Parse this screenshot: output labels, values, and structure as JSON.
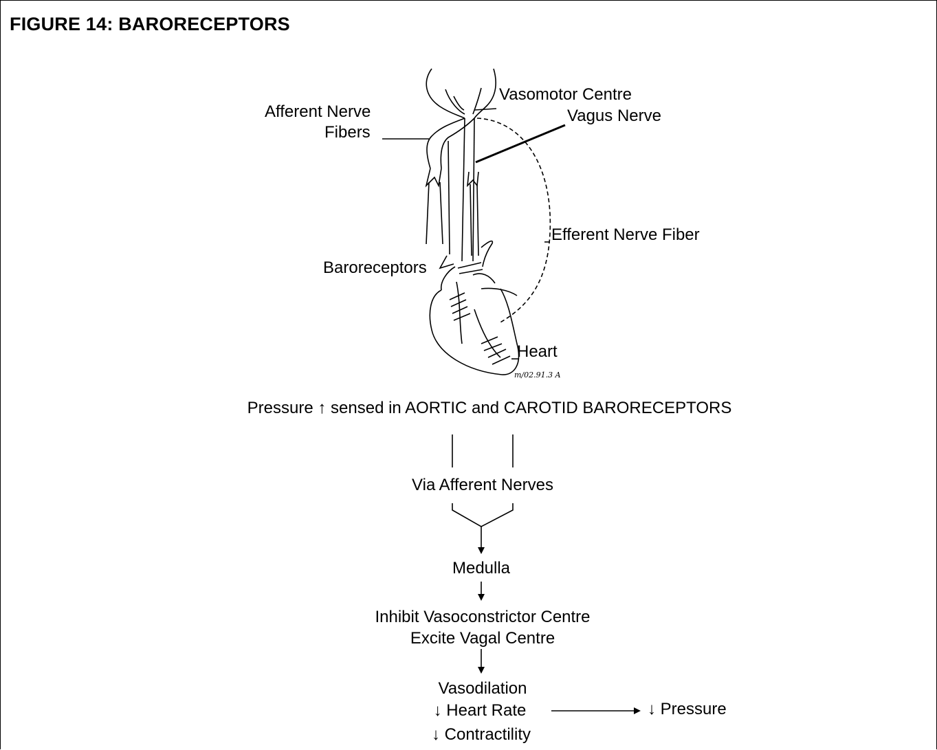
{
  "figure": {
    "title": "FIGURE 14: BARORECEPTORS"
  },
  "illustration": {
    "labels": {
      "vasomotor_centre": "Vasomotor Centre",
      "afferent_nerve_line1": "Afferent Nerve",
      "afferent_nerve_line2": "Fibers",
      "vagus_nerve": "Vagus Nerve",
      "efferent_nerve_fiber": "Efferent Nerve Fiber",
      "baroreceptors": "Baroreceptors",
      "heart": "Heart",
      "artist_signature": "m/02.91.3 A"
    }
  },
  "flow": {
    "pressure_sensed": "Pressure ↑ sensed in AORTIC and CAROTID BARORECEPTORS",
    "via_afferent": "Via Afferent Nerves",
    "medulla": "Medulla",
    "inhibit_vasoconstrictor": "Inhibit Vasoconstrictor Centre",
    "excite_vagal": "Excite Vagal Centre",
    "vasodilation": "Vasodilation",
    "heart_rate": "↓ Heart Rate",
    "contractility": "↓ Contractility",
    "pressure_result": "↓ Pressure"
  }
}
